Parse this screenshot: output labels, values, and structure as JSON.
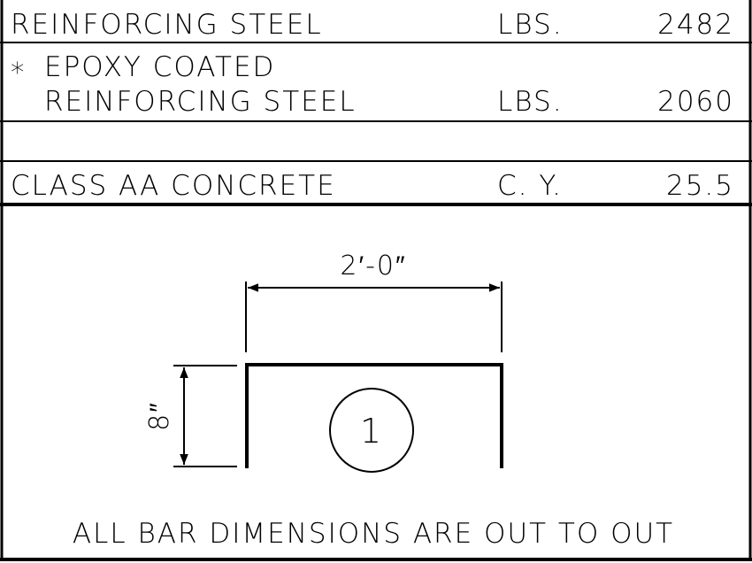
{
  "quantities": {
    "rows": [
      {
        "lines": [
          "REINFORCING STEEL"
        ],
        "unit": "LBS.",
        "value": "2482"
      },
      {
        "lines": [
          "EPOXY COATED",
          "REINFORCING STEEL"
        ],
        "unit": "LBS.",
        "value": "2060",
        "marker": "∗"
      },
      {
        "lines": [
          ""
        ],
        "unit": "",
        "value": ""
      },
      {
        "lines": [
          "CLASS AA CONCRETE"
        ],
        "unit": "C. Y.",
        "value": "25.5"
      }
    ]
  },
  "bar_detail": {
    "width_dimension": "2′-0″",
    "height_dimension": "8″",
    "bar_mark": "1"
  },
  "note": "ALL BAR DIMENSIONS ARE OUT TO OUT",
  "colors": {
    "ink": "#000000",
    "paper": "#ffffff"
  }
}
